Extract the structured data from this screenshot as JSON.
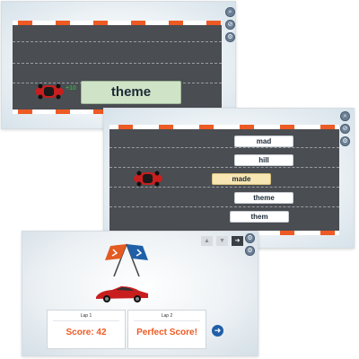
{
  "screen1": {
    "word": "theme",
    "points": "+10",
    "icons": [
      "zoom-icon",
      "eye-slash-icon",
      "audio-settings-icon"
    ]
  },
  "screen2": {
    "words": [
      "mad",
      "hill",
      "made",
      "theme",
      "them"
    ],
    "selected_word": "made",
    "nav_icons": [
      "arrow-up-icon",
      "arrow-down-icon",
      "next-icon"
    ]
  },
  "screen3": {
    "laps": [
      {
        "label": "Lap 1",
        "score": "Score: 42"
      },
      {
        "label": "Lap 2",
        "score": "Perfect Score!"
      }
    ],
    "next_icon": "arrow-right-icon"
  },
  "colors": {
    "road": "#4a4d52",
    "curb_stripe": "#ee5a24",
    "score_text": "#ee5a24",
    "word_bg": "#cfe3c7",
    "selected_bg": "#f7e6b3",
    "icon_button": "#6b7f95",
    "next_button": "#1f5fa8"
  }
}
